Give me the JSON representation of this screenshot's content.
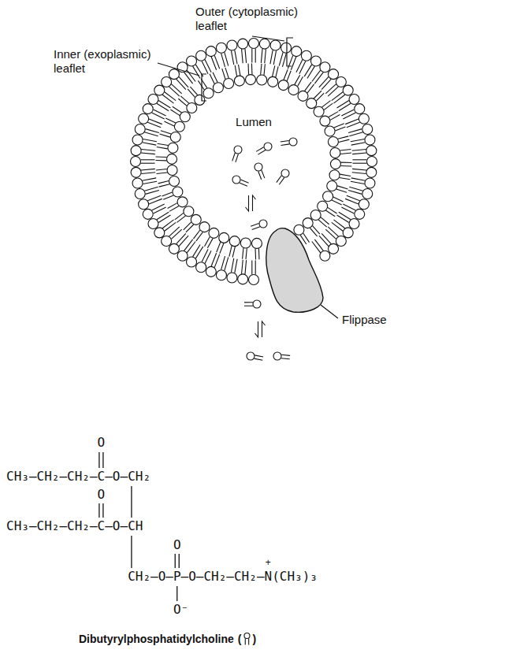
{
  "diagram": {
    "labels": [
      "Outer (cytoplasmic) leaflet",
      "Inner (exoplasmic) leaflet",
      "Lumen",
      "Flippase",
      "O",
      "CH₃—CH₂—CH₂—C—O—CH₂",
      "O",
      "CH₃—CH₂—CH₂—C—O—CH",
      "O",
      "CH₂—O—P—O—CH₂—CH₂—N(CH₃)₃",
      "+",
      "O⁻",
      "Dibutyrylphosphatidylcholine",
      "(",
      ")"
    ]
  }
}
